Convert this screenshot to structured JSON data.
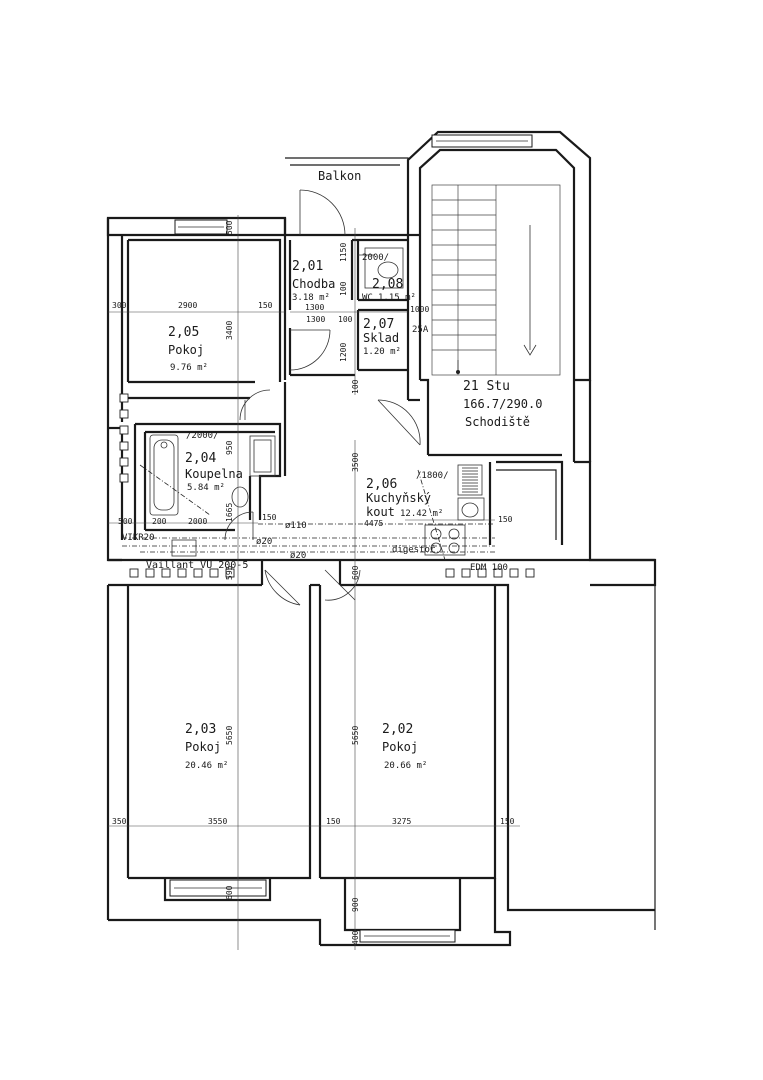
{
  "rooms": {
    "balkon": {
      "name": "Balkon"
    },
    "r201": {
      "number": "2,01",
      "name": "Chodba",
      "area": "3.18 m²"
    },
    "r202": {
      "number": "2,02",
      "name": "Pokoj",
      "area": "20.66 m²"
    },
    "r203": {
      "number": "2,03",
      "name": "Pokoj",
      "area": "20.46 m²"
    },
    "r204": {
      "number": "2,04",
      "name": "Koupelna",
      "area": "5.84 m²"
    },
    "r205": {
      "number": "2,05",
      "name": "Pokoj",
      "area": "9.76 m²"
    },
    "r206": {
      "number": "2,06",
      "name": "Kuchyňský",
      "name2": "kout",
      "area": "12.42 m²"
    },
    "r207": {
      "number": "2,07",
      "name": "Sklad",
      "area": "1.20 m²"
    },
    "r208": {
      "number": "2,08",
      "name": "WC",
      "area": "1.15 m²"
    },
    "stairs": {
      "number": "21 Stu",
      "level": "166.7/290.0",
      "name": "Schodiště"
    }
  },
  "labels": {
    "vaillant": "Vaillant VU 200-5",
    "digestor": "digestoř",
    "edm": "EDM 100",
    "vikr": "VIKR20",
    "r2000": "/2000/",
    "r1800": "/1800/",
    "wc2000": "2000/",
    "t25a": "25A",
    "pipe110": "ø110",
    "pipe20a": "ø20",
    "pipe20b": "ø20"
  },
  "dims": {
    "d500a": "500",
    "d1150": "1150",
    "d1300a": "1300",
    "d300a": "300",
    "d2900": "2900",
    "d150a": "150",
    "d3400": "3400",
    "d1300b": "1300",
    "d100a": "100",
    "d1000": "1000",
    "d1200": "1200",
    "d100b": "100",
    "d100c": "100",
    "d950": "950",
    "d1665": "1665",
    "d150b": "150",
    "d3500": "3500",
    "d4475": "4475",
    "d150c": "150",
    "d500b": "500",
    "d200": "200",
    "d2000": "2000",
    "d595": "595",
    "d600a": "600",
    "d5650a": "5650",
    "d5650b": "5650",
    "d350": "350",
    "d3550": "3550",
    "d150d": "150",
    "d3275": "3275",
    "d150e": "150",
    "d600b": "600",
    "d900": "900",
    "d400": "400"
  }
}
